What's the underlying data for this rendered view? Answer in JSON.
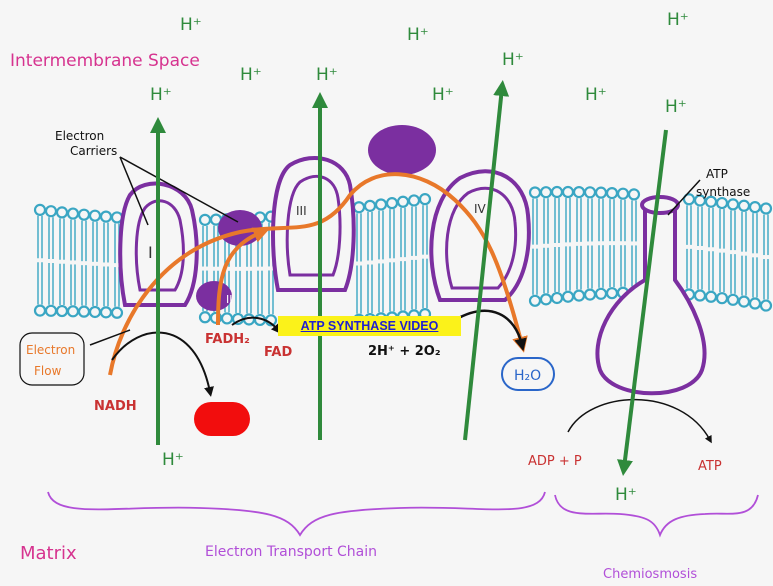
{
  "title_intermembrane": "Intermembrane Space",
  "title_matrix": "Matrix",
  "label_etc": "Electron Transport Chain",
  "label_chemiosmosis": "Chemiosmosis",
  "label_electron_carriers_line1": "Electron",
  "label_electron_carriers_line2": "Carriers",
  "label_electron_flow_line1": "Electron",
  "label_electron_flow_line2": "Flow",
  "label_atp_synthase_line1": "ATP",
  "label_atp_synthase_line2": "synthase",
  "label_nadh": "NADH",
  "label_fadh2": "FADH₂",
  "label_fad": "FAD",
  "label_reaction": "2H⁺ + 2O₂",
  "label_water": "H₂O",
  "label_adp_p": "ADP + P",
  "label_atp": "ATP",
  "label_hplus": "H⁺",
  "complex_labels": {
    "c1": "I",
    "c2": "II",
    "c3": "III",
    "c4": "IV"
  },
  "video_link": "ATP SYNTHASE VIDEO",
  "colors": {
    "membrane": "#3aa6c3",
    "protein": "#7b2fa0",
    "proton": "#2f8a3c",
    "electron_flow": "#e8782a",
    "title": "#d6338f",
    "annotation": "#c93232",
    "water": "#2a66c9",
    "highlight": "#fbf21a",
    "red_blob": "#f20d0d"
  }
}
